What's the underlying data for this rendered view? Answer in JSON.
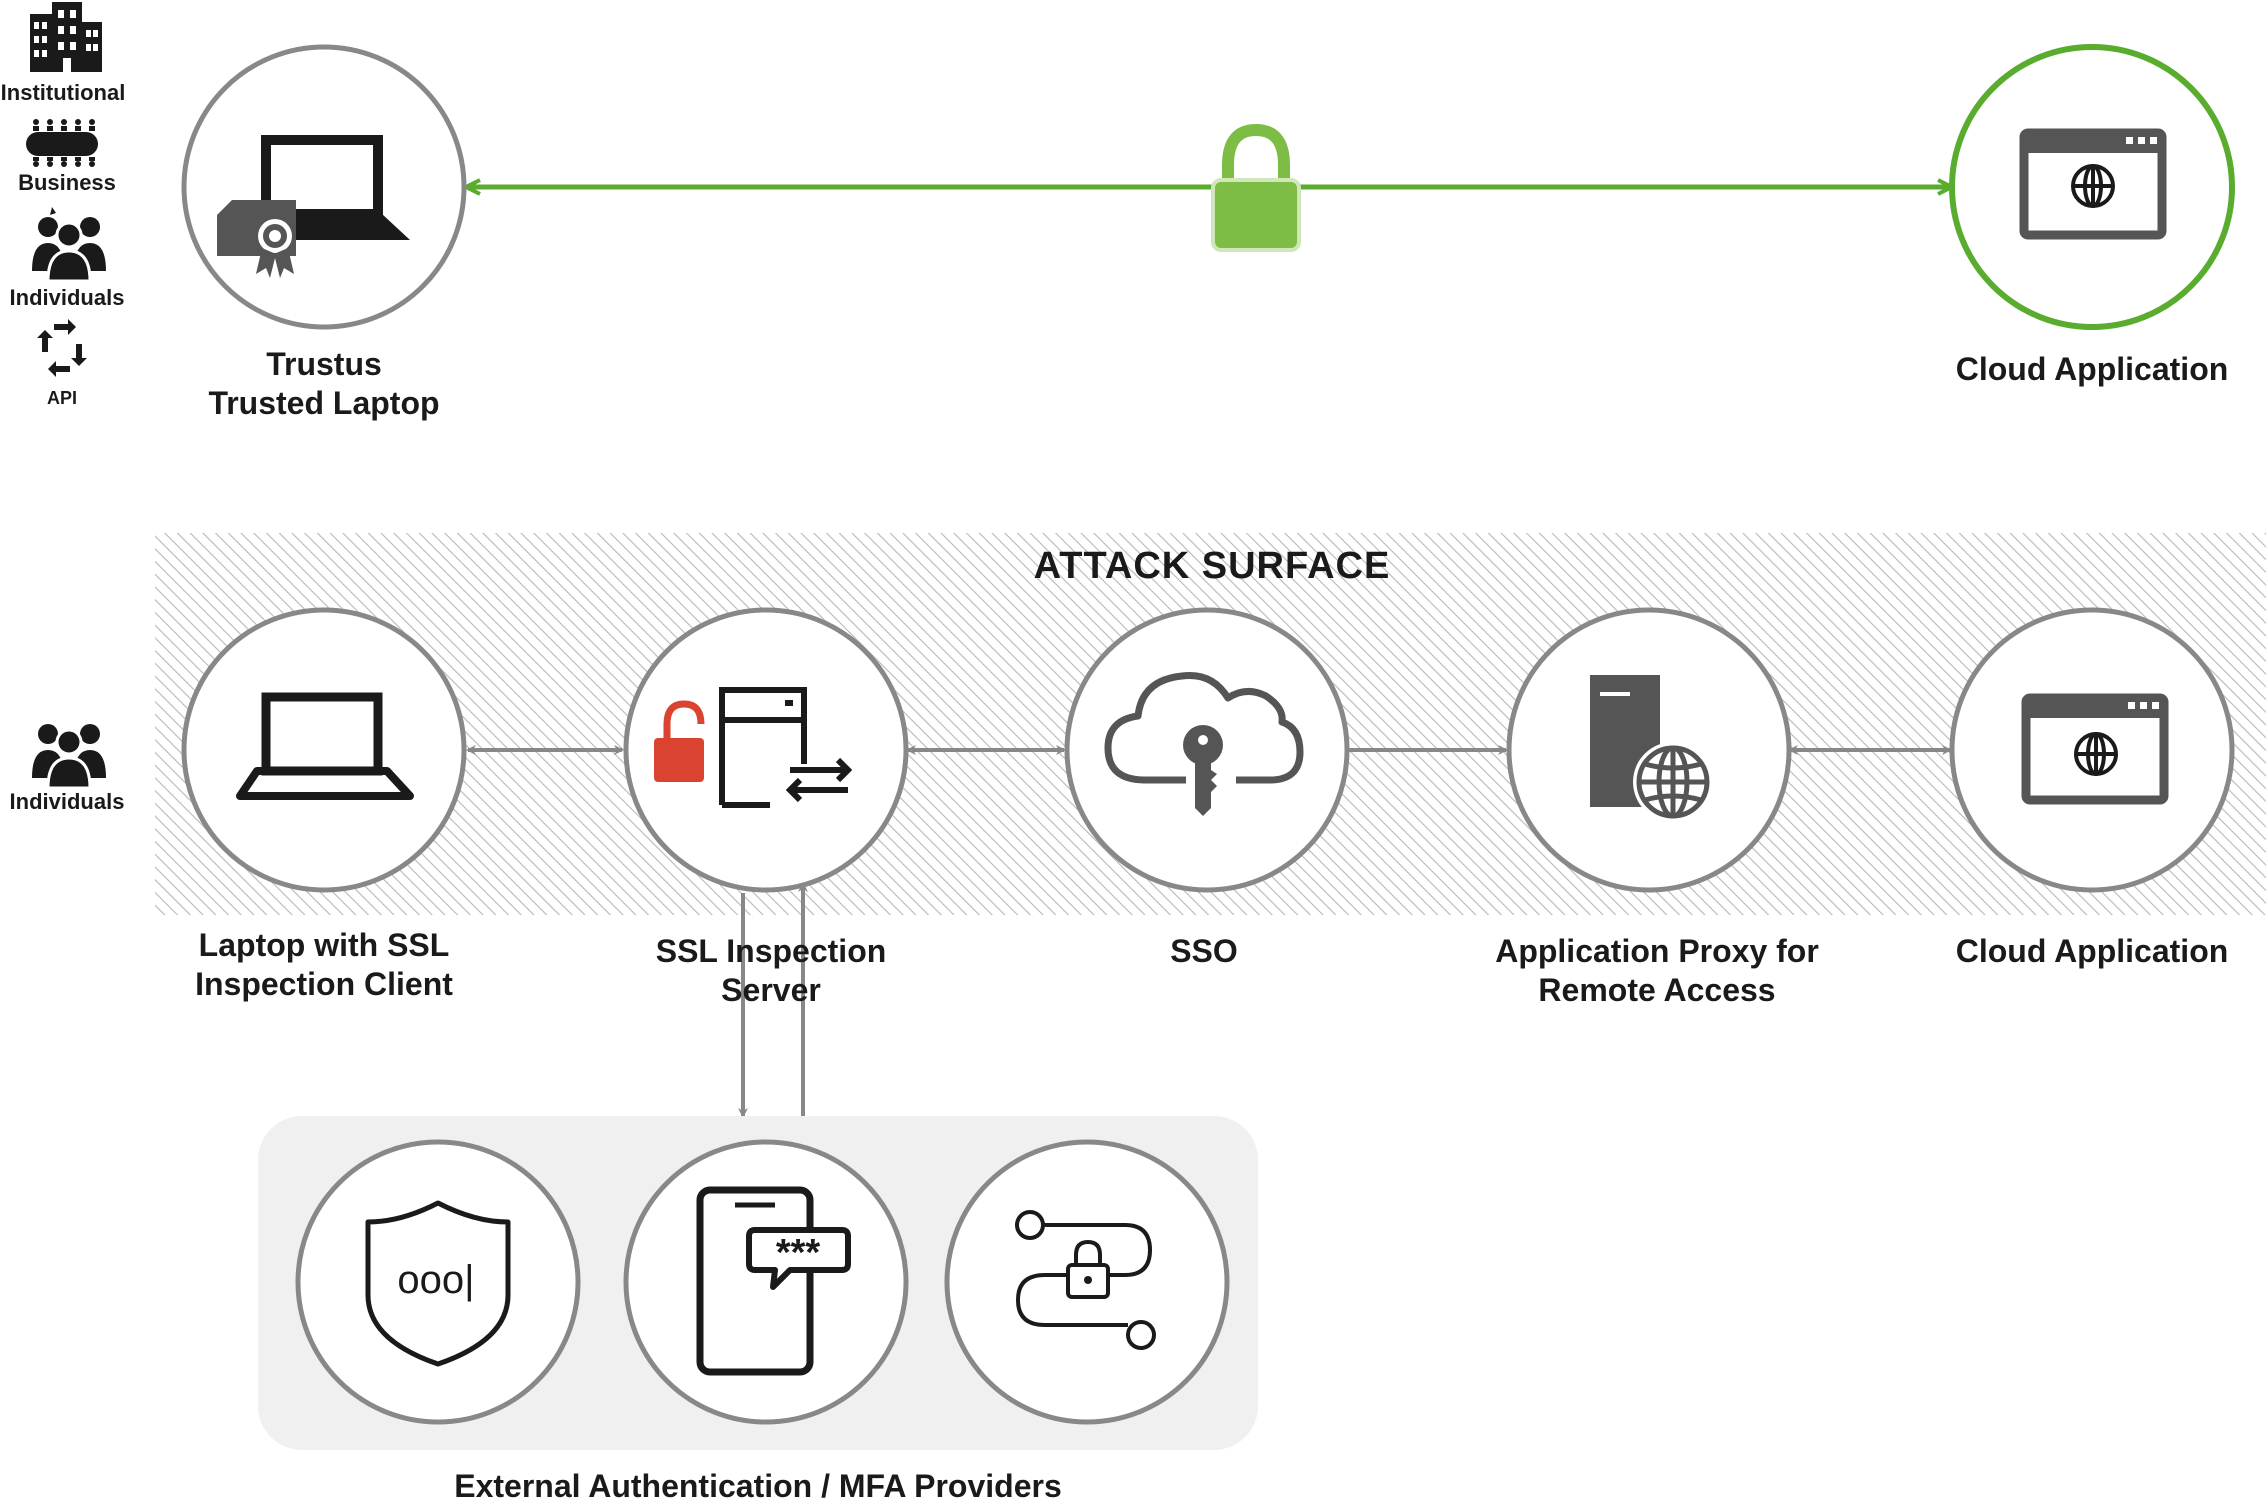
{
  "legend": {
    "institutional": "Institutional",
    "business": "Business",
    "individuals": "Individuals",
    "api": "API"
  },
  "top_row": {
    "trusted_laptop_line1": "Trustus",
    "trusted_laptop_line2": "Trusted Laptop",
    "cloud_application": "Cloud Application"
  },
  "attack_surface": {
    "title": "ATTACK SURFACE",
    "individuals": "Individuals",
    "laptop_line1": "Laptop with SSL",
    "laptop_line2": "Inspection Client",
    "ssl_server_line1": "SSL Inspection",
    "ssl_server_line2": "Server",
    "sso": "SSO",
    "proxy_line1": "Application Proxy for",
    "proxy_line2": "Remote Access",
    "cloud_application": "Cloud Application"
  },
  "mfa": {
    "label": "External Authentication / MFA Providers",
    "sms_code": "***",
    "password_dots": "ooo|"
  },
  "colors": {
    "green": "#5aac2e",
    "lock_green": "#7dbd45",
    "gray_ring": "#888888",
    "red_lock": "#d9432f",
    "dark": "#1a1a1a",
    "panel": "#f0f0f0"
  }
}
